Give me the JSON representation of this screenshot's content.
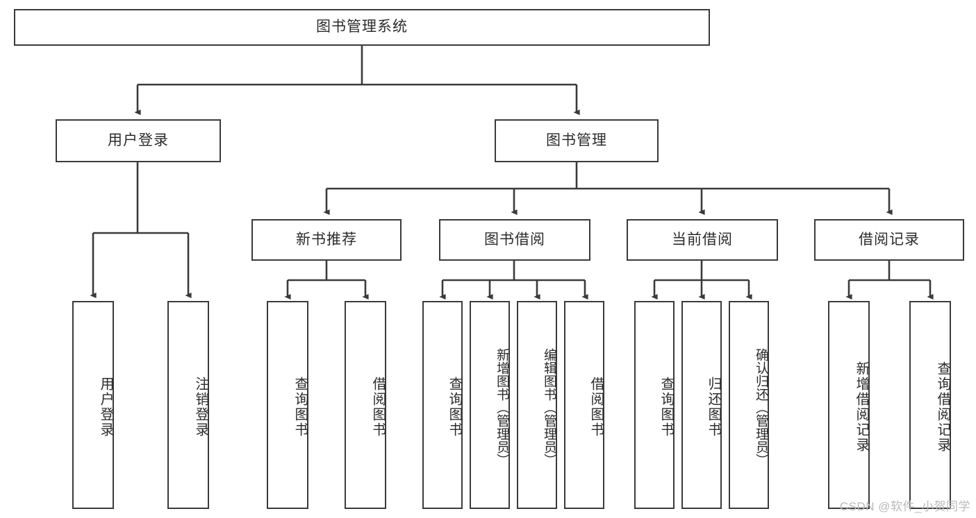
{
  "diagram": {
    "title": "图书管理系统",
    "type": "tree-hierarchy-chart",
    "colors": {
      "border": "#3a3a3a",
      "text": "#2b2b2b",
      "background": "#ffffff",
      "edge": "#3a3a3a",
      "watermark": "#b9b9b9"
    },
    "root": {
      "label": "图书管理系统"
    },
    "level2": [
      {
        "id": "user-login",
        "label": "用户登录"
      },
      {
        "id": "book-management",
        "label": "图书管理"
      }
    ],
    "level3": [
      {
        "id": "new-book-recommend",
        "label": "新书推荐"
      },
      {
        "id": "book-borrow",
        "label": "图书借阅"
      },
      {
        "id": "current-borrow",
        "label": "当前借阅"
      },
      {
        "id": "borrow-record",
        "label": "借阅记录"
      }
    ],
    "leaves": {
      "user_login": [
        {
          "id": "leaf-user-login",
          "label": "用户登录"
        },
        {
          "id": "leaf-logout-login",
          "label": "注销登录"
        }
      ],
      "new_book_recommend": [
        {
          "id": "leaf-query-book-1",
          "label": "查询图书"
        },
        {
          "id": "leaf-borrow-book-1",
          "label": "借阅图书"
        }
      ],
      "book_borrow": [
        {
          "id": "leaf-query-book-2",
          "label": "查询图书"
        },
        {
          "id": "leaf-add-book",
          "label": "新增图书（管理员）"
        },
        {
          "id": "leaf-edit-book",
          "label": "编辑图书（管理员）"
        },
        {
          "id": "leaf-borrow-book-2",
          "label": "借阅图书"
        }
      ],
      "current_borrow": [
        {
          "id": "leaf-query-book-3",
          "label": "查询图书"
        },
        {
          "id": "leaf-return-book",
          "label": "归还图书"
        },
        {
          "id": "leaf-confirm-return",
          "label": "确认归还（管理员）"
        }
      ],
      "borrow_record": [
        {
          "id": "leaf-add-borrow-record",
          "label": "新增借阅记录"
        },
        {
          "id": "leaf-query-borrow-record",
          "label": "查询借阅记录"
        }
      ]
    }
  },
  "watermark": {
    "text": "CSDN @软件_小贺同学"
  }
}
